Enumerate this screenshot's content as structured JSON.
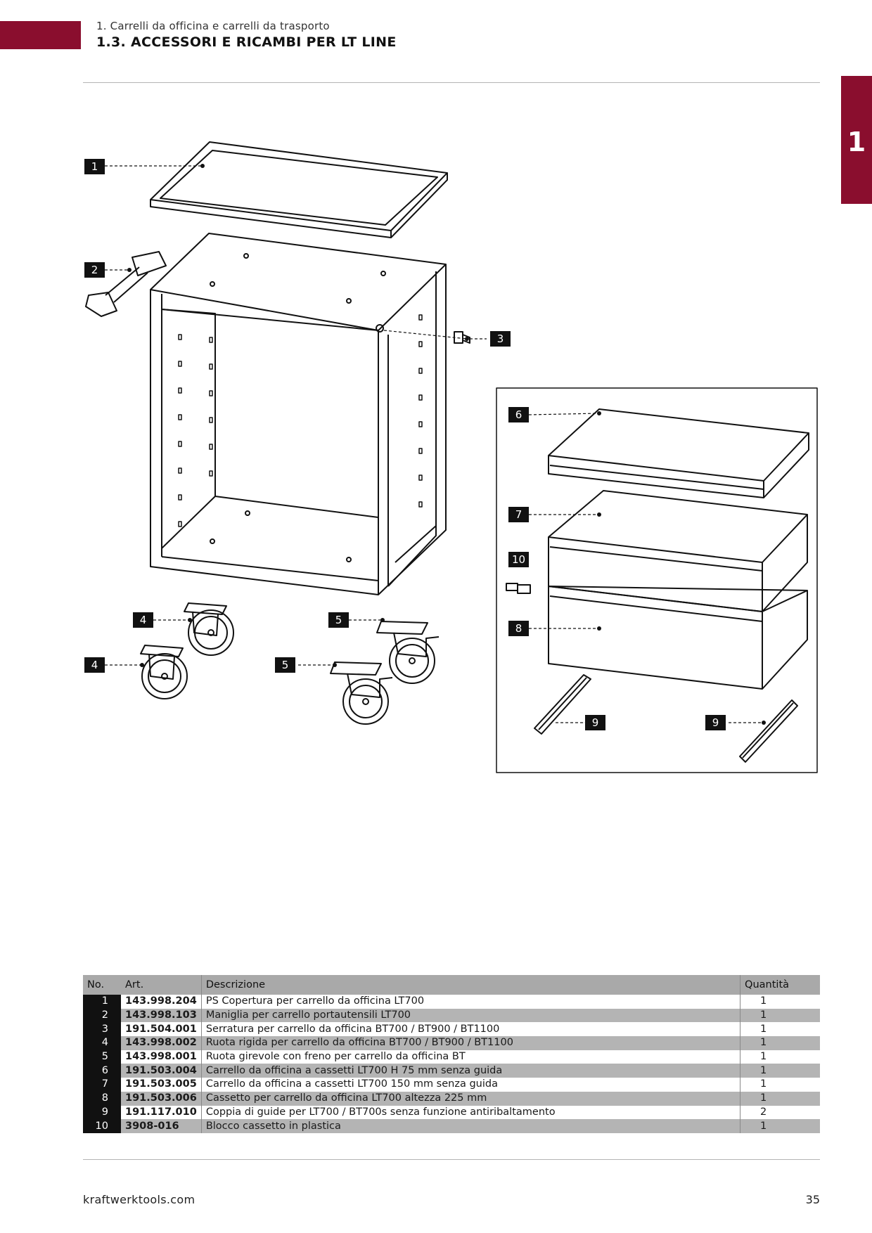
{
  "header": {
    "section": "1. Carrelli da officina e carrelli da trasporto",
    "title": "1.3. ACCESSORI E RICAMBI PER LT LINE",
    "chapter": "1"
  },
  "colors": {
    "accent": "#8a0e2e",
    "row_alt": "#b4b4b4",
    "header_bg": "#a9a9a9"
  },
  "callouts": {
    "c1": "1",
    "c2": "2",
    "c3": "3",
    "c4a": "4",
    "c4b": "4",
    "c5a": "5",
    "c5b": "5",
    "c6": "6",
    "c7": "7",
    "c8": "8",
    "c9a": "9",
    "c9b": "9",
    "c10": "10"
  },
  "table": {
    "headers": {
      "no": "No.",
      "art": "Art.",
      "desc": "Descrizione",
      "qty": "Quantità"
    },
    "rows": [
      {
        "no": "1",
        "art": "143.998.204",
        "desc": "PS Copertura per carrello da officina LT700",
        "qty": "1"
      },
      {
        "no": "2",
        "art": "143.998.103",
        "desc": "Maniglia per carrello portautensili LT700",
        "qty": "1"
      },
      {
        "no": "3",
        "art": "191.504.001",
        "desc": "Serratura per carrello da officina BT700 / BT900 / BT1100",
        "qty": "1"
      },
      {
        "no": "4",
        "art": "143.998.002",
        "desc": "Ruota rigida per carrello da officina BT700 / BT900 / BT1100",
        "qty": "1"
      },
      {
        "no": "5",
        "art": "143.998.001",
        "desc": "Ruota girevole con freno per carrello da officina BT",
        "qty": "1"
      },
      {
        "no": "6",
        "art": "191.503.004",
        "desc": "Carrello da officina a cassetti LT700 H 75 mm senza guida",
        "qty": "1"
      },
      {
        "no": "7",
        "art": "191.503.005",
        "desc": "Carrello da officina a cassetti LT700 150 mm senza guida",
        "qty": "1"
      },
      {
        "no": "8",
        "art": "191.503.006",
        "desc": "Cassetto per carrello da officina LT700 altezza 225 mm",
        "qty": "1"
      },
      {
        "no": "9",
        "art": "191.117.010",
        "desc": "Coppia di guide per LT700 / BT700s senza funzione antiribaltamento",
        "qty": "2"
      },
      {
        "no": "10",
        "art": "3908-016",
        "desc": "Blocco cassetto in plastica",
        "qty": "1"
      }
    ]
  },
  "footer": {
    "site": "kraftwerktools.com",
    "page": "35"
  }
}
